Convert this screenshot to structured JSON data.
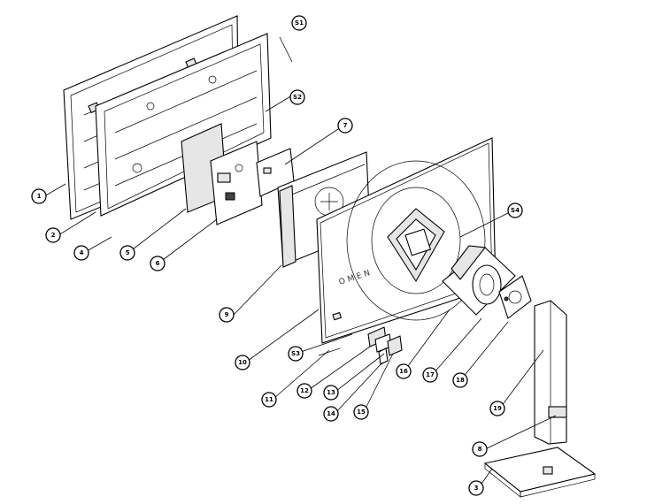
{
  "diagram": {
    "brand_mark": "OMEN",
    "callouts": [
      {
        "id": "c-1",
        "label": "1"
      },
      {
        "id": "c-2",
        "label": "2"
      },
      {
        "id": "c-3",
        "label": "3"
      },
      {
        "id": "c-4",
        "label": "4"
      },
      {
        "id": "c-5",
        "label": "5"
      },
      {
        "id": "c-6",
        "label": "6"
      },
      {
        "id": "c-7",
        "label": "7"
      },
      {
        "id": "c-8",
        "label": "8"
      },
      {
        "id": "c-9",
        "label": "9"
      },
      {
        "id": "c-10",
        "label": "10"
      },
      {
        "id": "c-11",
        "label": "11"
      },
      {
        "id": "c-12",
        "label": "12"
      },
      {
        "id": "c-13",
        "label": "13"
      },
      {
        "id": "c-14",
        "label": "14"
      },
      {
        "id": "c-15",
        "label": "15"
      },
      {
        "id": "c-16",
        "label": "16"
      },
      {
        "id": "c-17",
        "label": "17"
      },
      {
        "id": "c-18",
        "label": "18"
      },
      {
        "id": "c-19",
        "label": "19"
      },
      {
        "id": "c-s1",
        "label": "S1"
      },
      {
        "id": "c-s2",
        "label": "S2"
      },
      {
        "id": "c-s3",
        "label": "S3"
      },
      {
        "id": "c-s4",
        "label": "S4"
      }
    ]
  }
}
